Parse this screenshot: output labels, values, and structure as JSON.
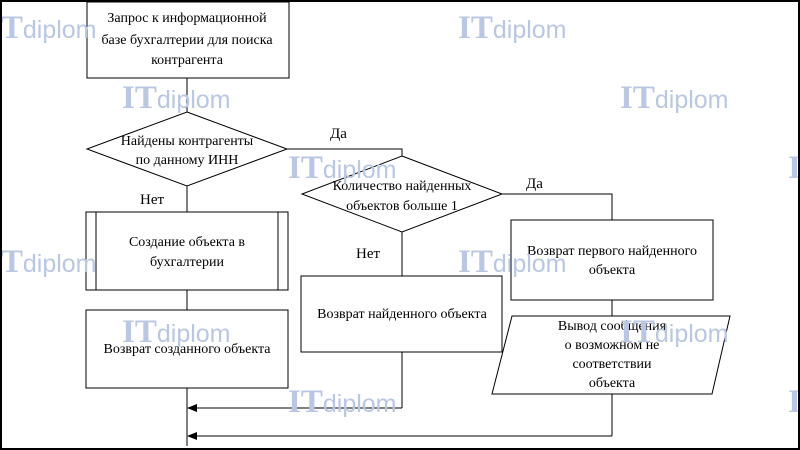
{
  "watermark": {
    "brand": "IT",
    "suffix": "diplom"
  },
  "nodes": {
    "query": {
      "lines": [
        "Запрос к информационной",
        "базе бухгалтерии для поиска",
        "контрагента"
      ]
    },
    "found_decision": {
      "lines": [
        "Найдены контрагенты",
        "по данному ИНН"
      ]
    },
    "count_decision": {
      "lines": [
        "Количество найденных",
        "объектов больше 1"
      ]
    },
    "create_object": {
      "lines": [
        "Создание объекта в",
        "бухгалтерии"
      ]
    },
    "return_created": {
      "lines": [
        "Возврат созданного объекта"
      ]
    },
    "return_found": {
      "lines": [
        "Возврат найденного объекта"
      ]
    },
    "return_first": {
      "lines": [
        "Возврат первого найденного",
        "объекта"
      ]
    },
    "output_message": {
      "lines": [
        "Вывод сообщения",
        "о возможном не",
        "соответствии",
        "объекта"
      ]
    }
  },
  "edge_labels": {
    "found_yes": "Да",
    "found_no": "Нет",
    "count_yes": "Да",
    "count_no": "Нет"
  },
  "colors": {
    "line": "#000000",
    "background": "#ffffff",
    "watermark": "#b9c7e3"
  }
}
